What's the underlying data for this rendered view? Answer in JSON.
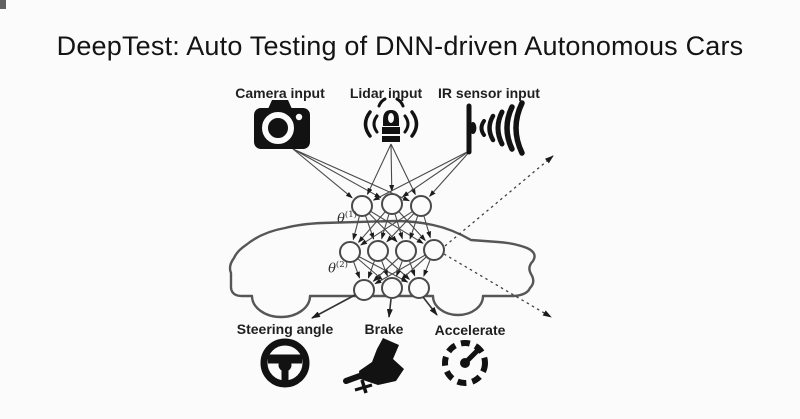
{
  "title": "DeepTest: Auto Testing of DNN-driven Autonomous Cars",
  "inputs": {
    "camera": {
      "label": "Camera input",
      "icon": "camera-icon"
    },
    "lidar": {
      "label": "Lidar input",
      "icon": "lidar-icon"
    },
    "ir": {
      "label": "IR sensor input",
      "icon": "ir-sensor-icon"
    }
  },
  "network": {
    "layers": [
      3,
      4,
      3
    ],
    "theta1": {
      "base": "θ",
      "sup": "(1)"
    },
    "theta2": {
      "base": "θ",
      "sup": "(2)"
    }
  },
  "outputs": {
    "steering": {
      "label": "Steering angle",
      "icon": "steering-wheel-icon"
    },
    "brake": {
      "label": "Brake",
      "icon": "brake-pedal-icon"
    },
    "accelerate": {
      "label": "Accelerate",
      "icon": "speedometer-icon"
    }
  },
  "colors": {
    "background": "#fbfbfb",
    "ink": "#141414",
    "line": "#4a4a4a",
    "car_outline": "#565656",
    "icon": "#121212"
  }
}
